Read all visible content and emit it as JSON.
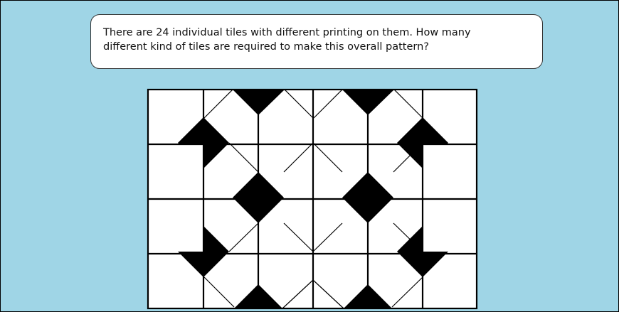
{
  "question": {
    "line1": "There are 24 individual tiles with different printing on them. How many",
    "line2": "different kind of tiles are required to make this overall pattern?"
  },
  "pattern": {
    "rows": 4,
    "cols": 6,
    "tile_color": "#ffffff",
    "ink_color": "#000000"
  },
  "colors": {
    "background": "#9fd5e6"
  }
}
